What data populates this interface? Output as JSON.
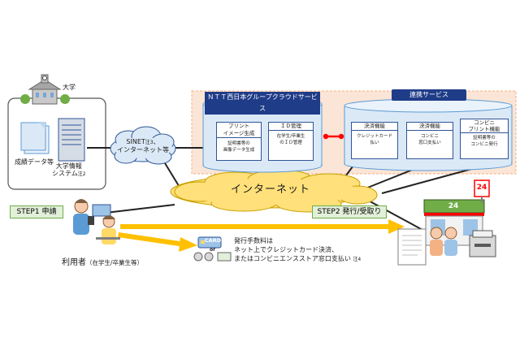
{
  "colors": {
    "cloud_panel": "#fbe5d6",
    "cloud_panel_border": "#f4b183",
    "header_blue": "#1f3c88",
    "cylinder_fill": "#dbe9f7",
    "cylinder_stroke": "#5b9bd5",
    "internet_cloud": "#ffe07a",
    "arrow_yellow": "#ffc000",
    "step_fill": "#e2efd9",
    "link_red": "#ff0000"
  },
  "university": {
    "label": "大学",
    "docs_label": "成績データ等",
    "system_label": "大学情報\nシステム",
    "system_note": "注2"
  },
  "sinet": {
    "line1": "SINET",
    "line1_note": "注3",
    "line1_suffix": "、",
    "line2": "インターネット等"
  },
  "ntt": {
    "title": "ＮＴＴ西日本グループクラウドサービス",
    "functions": [
      {
        "title": "プリント\nイメージ生成",
        "body": "証明書等の\n画像データ生成"
      },
      {
        "title": "ＩＤ管理",
        "body": "在学生/卒業生\nのＩＤ管理"
      }
    ]
  },
  "partner": {
    "title": "連携サービス",
    "functions": [
      {
        "title": "決済機能",
        "body": "クレジットカード\n払い"
      },
      {
        "title": "決済機能",
        "body": "コンビニ\n窓口支払い"
      },
      {
        "title": "コンビニ\nプリント機能",
        "body": "証明書等の\nコンビニ発行"
      }
    ]
  },
  "internet_label": "インターネット",
  "steps": {
    "step1": "STEP1 申請",
    "step2": "STEP2 発行/受取り"
  },
  "user": {
    "label": "利用者",
    "sublabel": "（在学生/卒業生等）"
  },
  "payment": {
    "card_label": "CARD",
    "or_label": "or",
    "line1": "発行手数料は",
    "line2": "ネット上でクレジットカード決済、",
    "line3": "またはコンビニエンスストア窓口支払い",
    "note": "注4"
  },
  "store": {
    "sign_number": "24"
  }
}
